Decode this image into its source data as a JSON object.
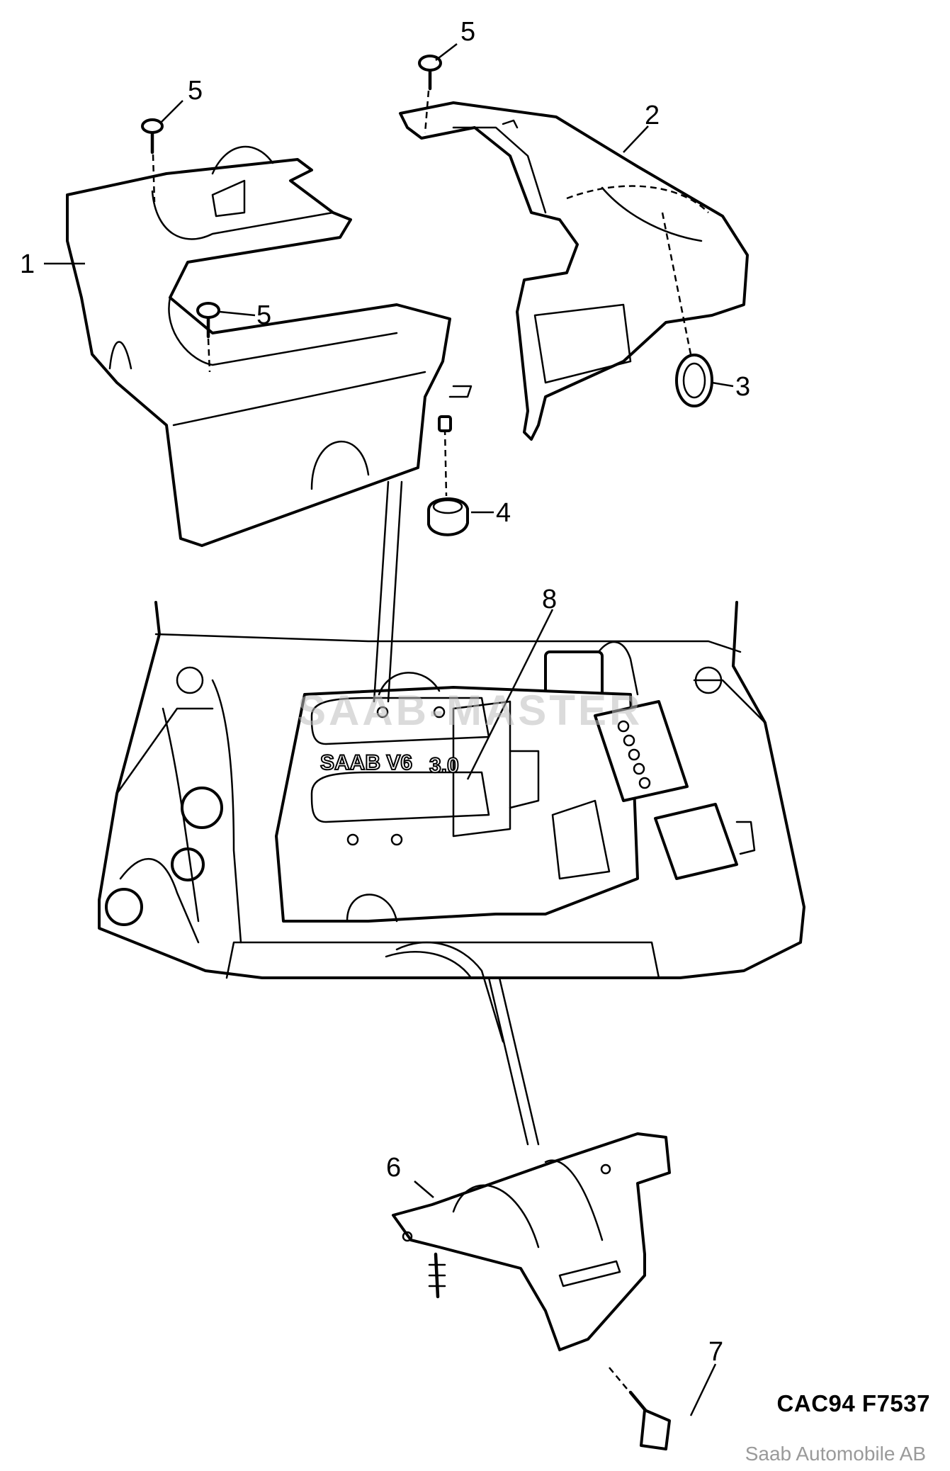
{
  "callouts": [
    {
      "id": "part-1",
      "label": "1"
    },
    {
      "id": "part-2",
      "label": "2"
    },
    {
      "id": "part-3",
      "label": "3"
    },
    {
      "id": "part-4",
      "label": "4"
    },
    {
      "id": "part-5a",
      "label": "5"
    },
    {
      "id": "part-5b",
      "label": "5"
    },
    {
      "id": "part-5c",
      "label": "5"
    },
    {
      "id": "part-6",
      "label": "6"
    },
    {
      "id": "part-7",
      "label": "7"
    },
    {
      "id": "part-8",
      "label": "8"
    }
  ],
  "engine_badge": {
    "brand": "SAAB V6",
    "displacement": "3.0"
  },
  "watermark": "SAAB-MASTER",
  "drawing_code": "CAC94 F7537",
  "copyright": "Saab Automobile AB"
}
